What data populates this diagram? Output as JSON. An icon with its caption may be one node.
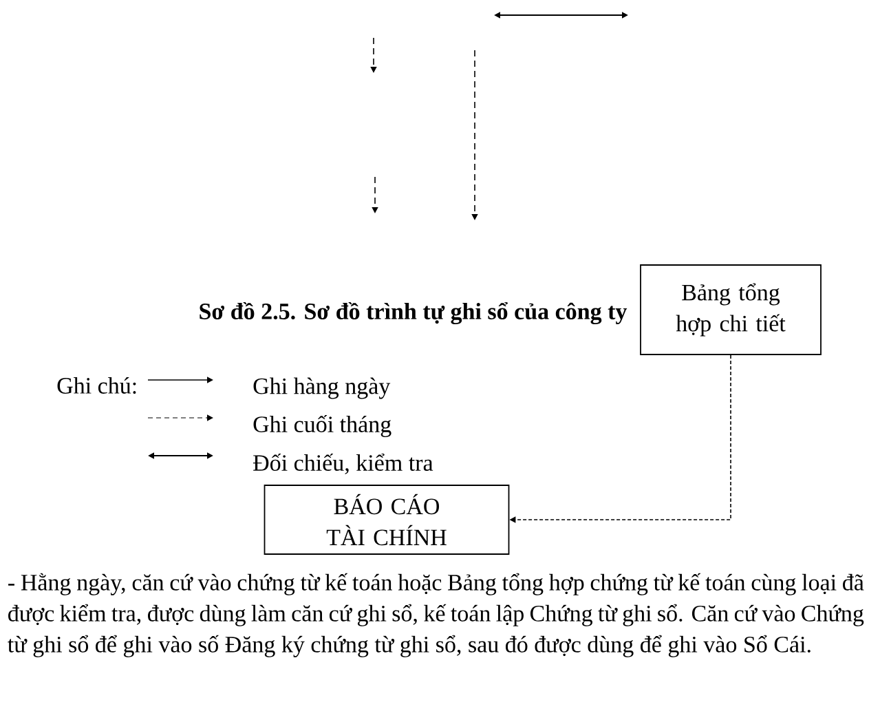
{
  "diagram": {
    "caption": "Sơ đồ 2.5. Sơ đồ trình tự ghi sổ của công ty",
    "nodes": [
      {
        "text": [
          "Bảng tổng hợp chi tiết"
        ]
      },
      {
        "text": [
          "BÁO CÁO TÀI CHÍNH"
        ]
      }
    ],
    "edges": [
      {
        "from": 0,
        "to": 1,
        "arrow": "to",
        "style": "dashed"
      }
    ],
    "labels": [
      "Ghi chú:",
      "- Hằng ngày, căn cứ vào chứng từ kế toán hoặc Bảng tổng hợp chứng từ kế toán cùng loại đã được kiểm tra, được dùng làm căn cứ ghi sổ, kế toán lập Chứng từ ghi sổ. Căn cứ vào Chứng từ ghi sổ để ghi vào số Đăng ký chứng từ ghi sổ, sau đó được dùng để ghi vào Sổ Cái."
    ],
    "legend": [
      {
        "text": "Ghi hàng ngày"
      },
      {
        "text": "Ghi cuối tháng"
      },
      {
        "text": "Đối chiếu, kiểm tra"
      }
    ]
  }
}
